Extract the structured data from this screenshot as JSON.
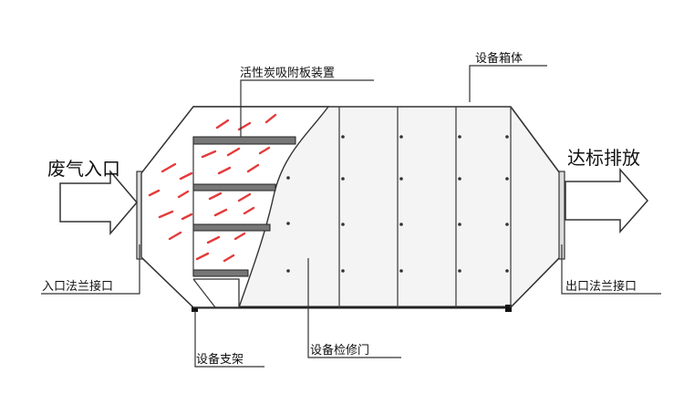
{
  "labels": {
    "inlet": "废气入口",
    "outlet": "达标排放",
    "adsorption_plate": "活性炭吸附板装置",
    "housing": "设备箱体",
    "inlet_flange": "入口法兰接口",
    "outlet_flange": "出口法兰接口",
    "support": "设备支架",
    "access_door": "设备检修门"
  },
  "colors": {
    "outline": "#333333",
    "body_fill": "#f4f4f4",
    "flow_arrow": "#e53b3b",
    "plate_fill": "#777777"
  }
}
